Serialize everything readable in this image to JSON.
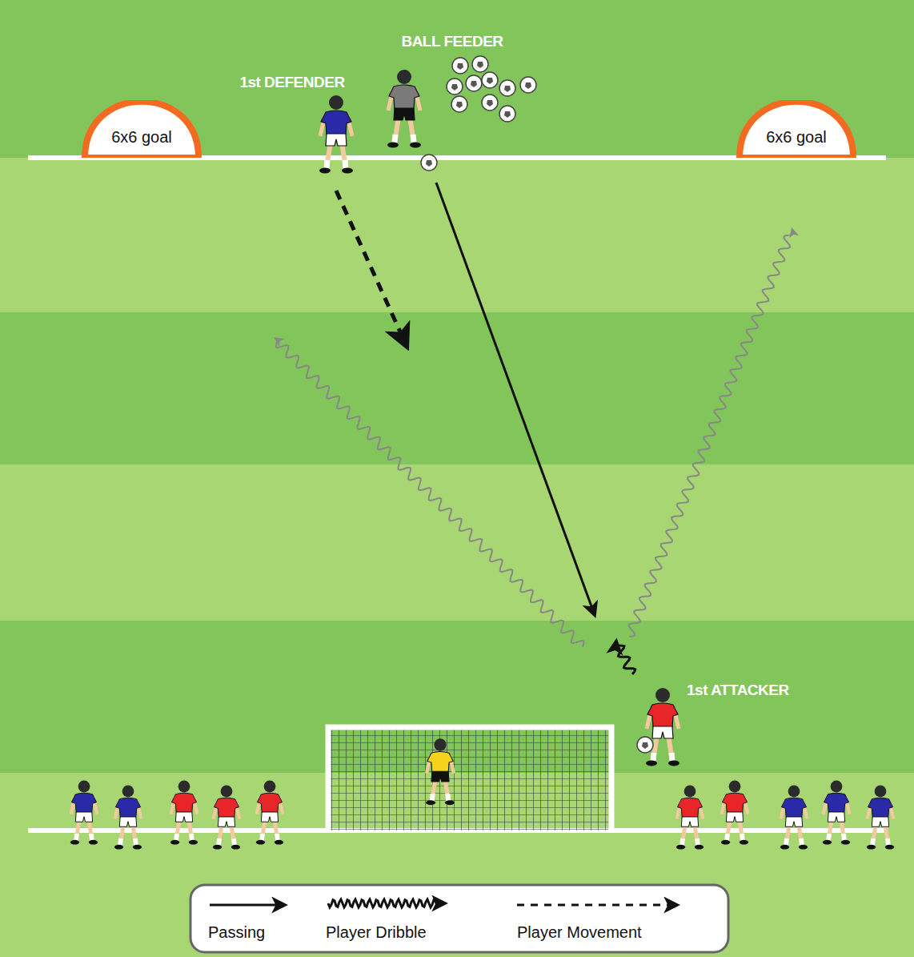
{
  "diagram": {
    "nodes": [
      {
        "text": [
          "6x6 goal"
        ]
      },
      {
        "text": [
          "6x6 goal"
        ]
      }
    ],
    "labels": [
      "1st DEFENDER",
      "BALL FEEDER",
      "1st ATTACKER"
    ],
    "legend": [
      {
        "text": "Passing"
      },
      {
        "text": "Player Dribble"
      },
      {
        "text": "Player Movement"
      }
    ]
  }
}
